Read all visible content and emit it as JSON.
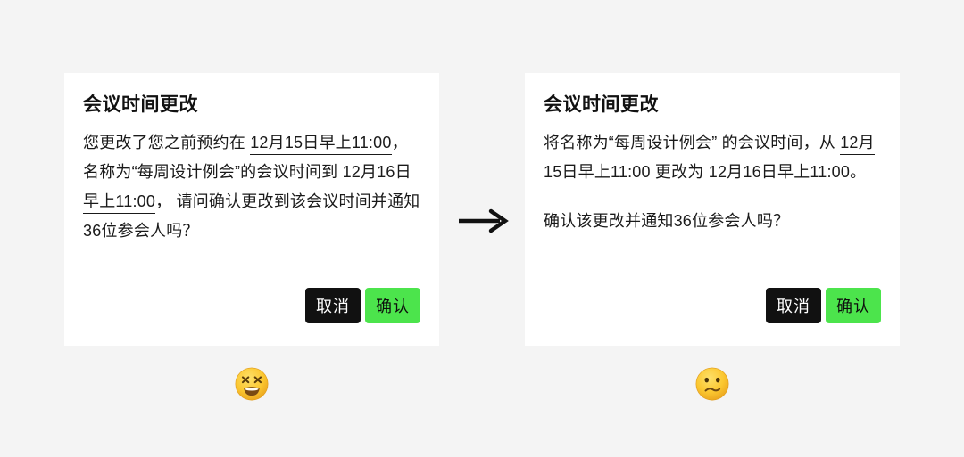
{
  "page": {
    "background_color": "#f4f4f4",
    "arrow_icon": "right-arrow-icon"
  },
  "colors": {
    "card_background": "#ffffff",
    "text": "#1a1a1a",
    "cancel_button_bg": "#111111",
    "cancel_button_text": "#ffffff",
    "confirm_button_bg": "#4ce44c",
    "confirm_button_text": "#0d0d0d"
  },
  "cards": [
    {
      "id": "before",
      "title": "会议时间更改",
      "body_parts": [
        {
          "text": "您更改了您之前预约在 ",
          "underline": false
        },
        {
          "text": "12月15日早上11:00",
          "underline": true
        },
        {
          "text": "，名称为“每周设计例会”的会议时间到 ",
          "underline": false
        },
        {
          "text": "12月16日早上11:00",
          "underline": true
        },
        {
          "text": "， 请问确认更改到该会议时间并通知36位参会人吗？",
          "underline": false
        }
      ],
      "second_paragraph": null,
      "buttons": {
        "cancel_label": "取消",
        "confirm_label": "确认"
      },
      "reaction_emoji": "tired-face-emoji"
    },
    {
      "id": "after",
      "title": "会议时间更改",
      "body_parts": [
        {
          "text": "将名称为“每周设计例会” 的会议时间，从 ",
          "underline": false
        },
        {
          "text": "12月15日早上11:00",
          "underline": true
        },
        {
          "text": " 更改为 ",
          "underline": false
        },
        {
          "text": "12月16日早上11:00",
          "underline": true
        },
        {
          "text": "。",
          "underline": false
        }
      ],
      "second_paragraph": "确认该更改并通知36位参会人吗？",
      "buttons": {
        "cancel_label": "取消",
        "confirm_label": "确认"
      },
      "reaction_emoji": "confused-face-emoji"
    }
  ]
}
